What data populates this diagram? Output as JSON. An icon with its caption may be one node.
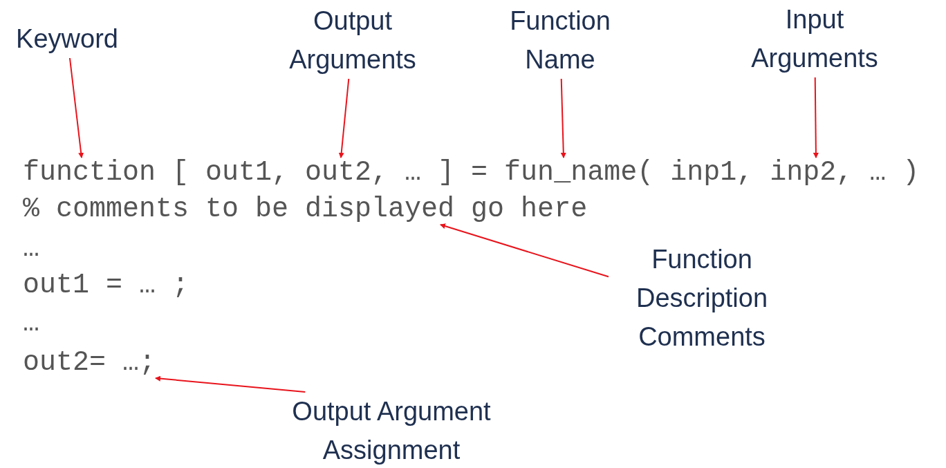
{
  "diagram": {
    "nodes": [
      {
        "text": [
          "Keyword"
        ]
      },
      {
        "text": [
          "Output Arguments"
        ]
      },
      {
        "text": [
          "Function Name"
        ]
      },
      {
        "text": [
          "Input Arguments"
        ]
      },
      {
        "text": [
          "Function Description Comments"
        ]
      },
      {
        "text": [
          "Output Argument Assignment"
        ]
      },
      {
        "text": [
          "function [ out1, out2, … ] = fun_name( inp1, inp2, … )"
        ]
      },
      {
        "text": [
          "% comments to be displayed go here"
        ]
      },
      {
        "text": [
          "…"
        ]
      },
      {
        "text": [
          "out1 = … ;"
        ]
      },
      {
        "text": [
          "…"
        ]
      },
      {
        "text": [
          "out2= …;"
        ]
      }
    ],
    "edges": [
      {
        "from": 0,
        "to": 6,
        "arrow": "to"
      },
      {
        "from": 1,
        "to": 6,
        "arrow": "to"
      },
      {
        "from": 2,
        "to": 6,
        "arrow": "to"
      },
      {
        "from": 3,
        "to": 6,
        "arrow": "to"
      },
      {
        "from": 4,
        "to": 7,
        "arrow": "to"
      },
      {
        "from": 5,
        "to": 11,
        "arrow": "to"
      }
    ]
  }
}
